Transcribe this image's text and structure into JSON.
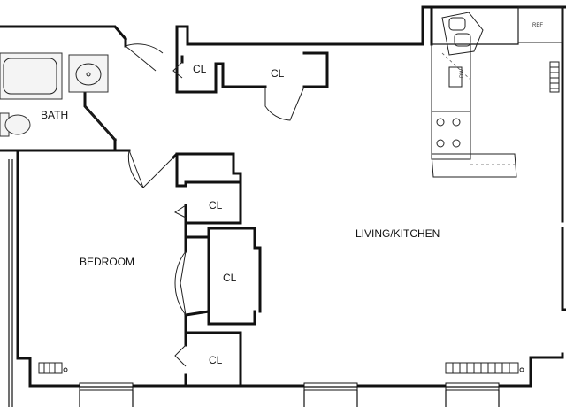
{
  "rooms": {
    "living": "LIVING/KITCHEN",
    "bedroom": "BEDROOM",
    "bath": "BATH",
    "closet": "CL"
  },
  "appliances": {
    "refrigerator": "REF",
    "dishwasher": "DW"
  },
  "colors": {
    "wall": "#111111",
    "fixture": "#f4f4f4",
    "background": "#ffffff"
  }
}
